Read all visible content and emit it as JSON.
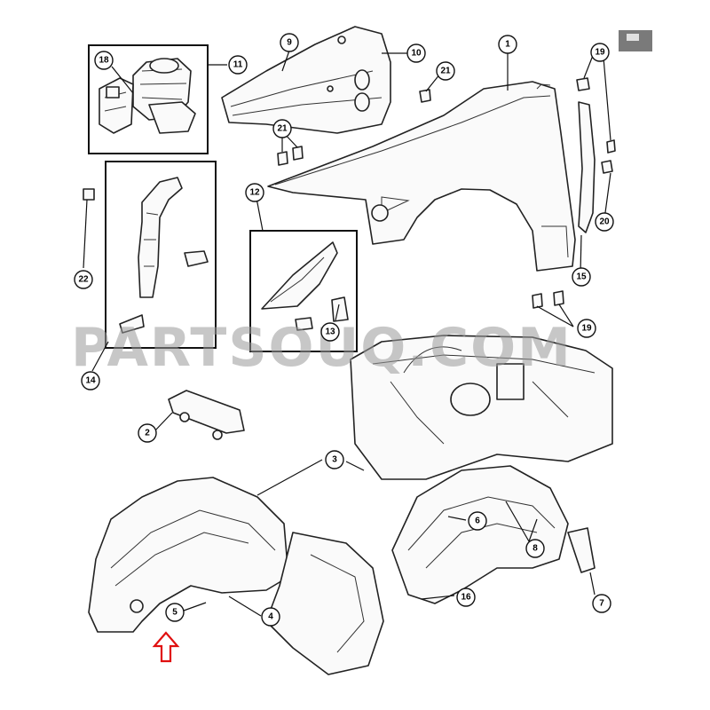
{
  "watermark": "PARTSOUQ.COM",
  "callouts": {
    "c1": "1",
    "c2": "2",
    "c3": "3",
    "c4": "4",
    "c5": "5",
    "c6": "6",
    "c7": "7",
    "c8": "8",
    "c9": "9",
    "c10": "10",
    "c11": "11",
    "c12": "12",
    "c13": "13",
    "c14": "14",
    "c15": "15",
    "c16": "16",
    "c19a": "19",
    "c19b": "19",
    "c20": "20",
    "c21a": "21",
    "c21b": "21",
    "c22": "22",
    "c18": "18"
  },
  "colors": {
    "accent_arrow": "#e01010",
    "corner_tab": "#7a7a7a"
  }
}
